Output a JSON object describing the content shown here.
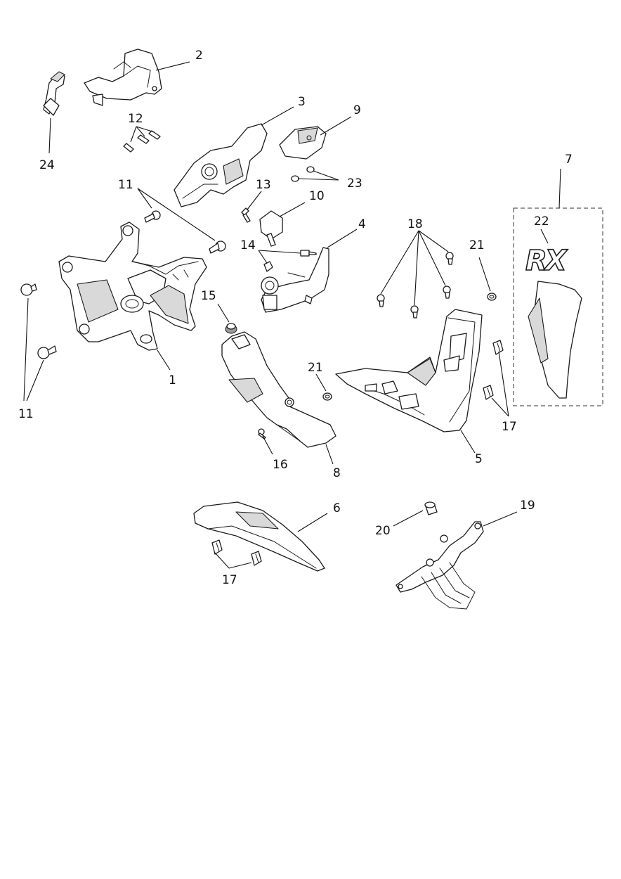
{
  "callouts": {
    "c1": "1",
    "c2": "2",
    "c3": "3",
    "c4": "4",
    "c5": "5",
    "c6": "6",
    "c7": "7",
    "c8": "8",
    "c9": "9",
    "c10": "10",
    "c11a": "11",
    "c11b": "11",
    "c12": "12",
    "c13": "13",
    "c14": "14",
    "c15": "15",
    "c16": "16",
    "c17a": "17",
    "c17b": "17",
    "c18": "18",
    "c19": "19",
    "c20": "20",
    "c21a": "21",
    "c21b": "21",
    "c22": "22",
    "c23": "23",
    "c24": "24"
  },
  "logo_text": "RX"
}
